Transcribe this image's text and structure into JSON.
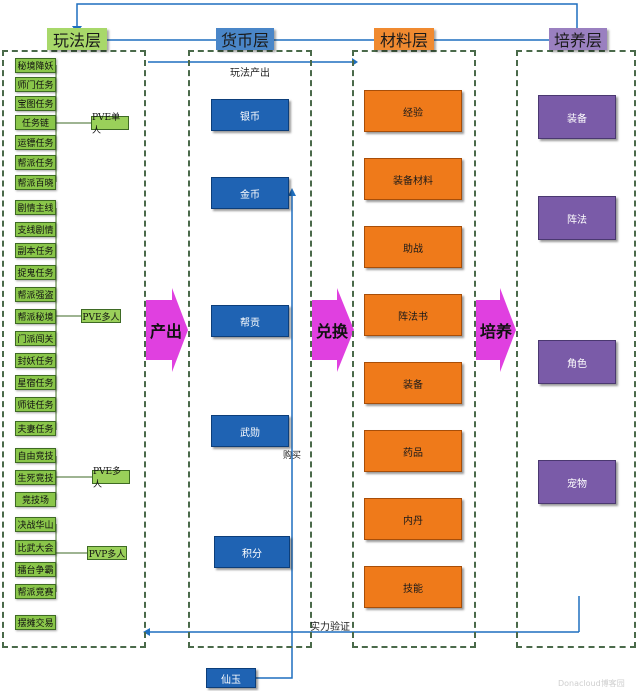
{
  "layers": {
    "play": "玩法层",
    "currency": "货币层",
    "material": "材料层",
    "nurture": "培养层"
  },
  "play_groups": [
    {
      "tag": "PVE单人",
      "items": [
        "秘境降妖",
        "师门任务",
        "宝图任务",
        "任务链",
        "运镖任务",
        "帮派任务",
        "帮派百晓"
      ]
    },
    {
      "tag": "PVE多人",
      "items": [
        "剧情主线",
        "支线剧情",
        "副本任务",
        "捉鬼任务",
        "帮派强盗",
        "帮派秘境",
        "门派闯关",
        "封妖任务",
        "星宿任务",
        "师徒任务",
        "夫妻任务"
      ]
    },
    {
      "tag": "PVE多人",
      "items": [
        "自由竞技",
        "生死竞技",
        "竞技场"
      ]
    },
    {
      "tag": "PVP多人",
      "items": [
        "决战华山",
        "比武大会",
        "擂台争霸",
        "帮派竞赛"
      ]
    }
  ],
  "play_extra": "摆摊交易",
  "currencies": [
    "银币",
    "金币",
    "帮贡",
    "武勋",
    "积分"
  ],
  "currency_bottom": "仙玉",
  "materials": [
    "经验",
    "装备材料",
    "助战",
    "阵法书",
    "装备",
    "药品",
    "内丹",
    "技能"
  ],
  "nurtures": [
    "装备",
    "阵法",
    "角色",
    "宠物"
  ],
  "arrows": {
    "produce": "产出",
    "exchange": "兑换",
    "nurture": "培养"
  },
  "notes": {
    "play_output": "玩法产出",
    "buy": "购买",
    "strength_verify": "实力验证"
  },
  "watermark": "Donacloud博客园",
  "colors": {
    "play_item": "#8ac64a",
    "currency_box": "#1f63b3",
    "material_box": "#ef7a1a",
    "nurture_box": "#7a5ba8",
    "connector": "#1f6fbf",
    "big_arrow": "#e040e0"
  }
}
